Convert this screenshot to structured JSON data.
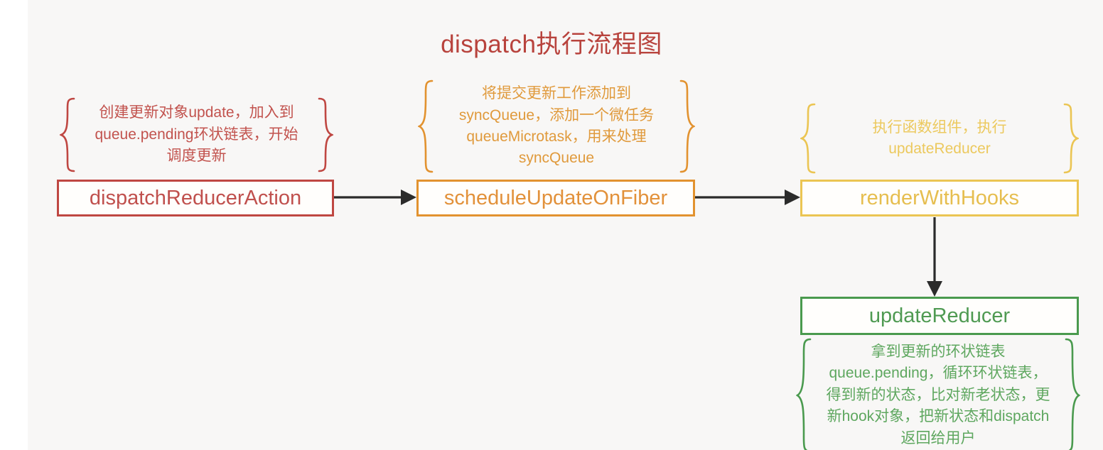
{
  "diagram": {
    "title": "dispatch执行流程图",
    "title_color": "#b8433d",
    "background": "#f8f7f6",
    "nodes": [
      {
        "id": "dispatchReducerAction",
        "label": "dispatchReducerAction",
        "color": "#bf4742",
        "note": "创建更新对象update，加入到\nqueue.pending环状链表，开始\n调度更新"
      },
      {
        "id": "scheduleUpdateOnFiber",
        "label": "scheduleUpdateOnFiber",
        "color": "#e2922f",
        "note": "将提交更新工作添加到\nsyncQueue，添加一个微任务\nqueueMicrotask，用来处理\nsyncQueue"
      },
      {
        "id": "renderWithHooks",
        "label": "renderWithHooks",
        "color": "#ebc553",
        "note": "执行函数组件，执行\nupdateReducer"
      },
      {
        "id": "updateReducer",
        "label": "updateReducer",
        "color": "#4a9a4e",
        "note": "拿到更新的环状链表\nqueue.pending，循环环状链表，\n得到新的状态，比对新老状态，更\n新hook对象，把新状态和dispatch\n返回给用户"
      }
    ],
    "edges": [
      {
        "from": "dispatchReducerAction",
        "to": "scheduleUpdateOnFiber",
        "direction": "right",
        "color": "#2b2b2b"
      },
      {
        "from": "scheduleUpdateOnFiber",
        "to": "renderWithHooks",
        "direction": "right",
        "color": "#2b2b2b"
      },
      {
        "from": "renderWithHooks",
        "to": "updateReducer",
        "direction": "down",
        "color": "#2b2b2b"
      }
    ]
  }
}
